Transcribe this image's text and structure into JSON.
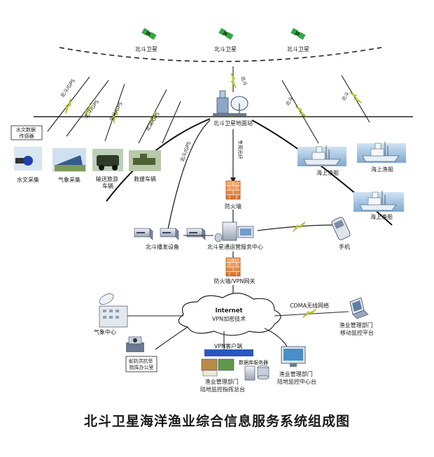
{
  "diagram": {
    "caption": "北斗卫星海洋渔业综合信息服务系统组成图",
    "satellites": [
      "北斗卫星",
      "北斗卫星",
      "北斗卫星"
    ],
    "link_labels": {
      "beidou_down": "北斗",
      "gps_1": "北斗/GPS",
      "gps_2": "北斗/GPS",
      "gps_3": "北斗/GPS",
      "gps_4": "北斗/GPS",
      "gps_5": "北斗/GPS",
      "ship_link_1": "北斗",
      "ship_link_2": "北斗",
      "dedicated_line": "专用光纤"
    },
    "nodes": {
      "ground_station": "北斗卫星地面站",
      "hydro_sensor": "水文数据\n传感器",
      "hydro_collect": "水文采集",
      "weather_collect": "气象采集",
      "transport_vehicle": "输送旅游\n车辆",
      "rescue_vehicle": "救援车辆",
      "fishing_boat_1": "海上渔船",
      "fishing_boat_2": "海上渔船",
      "fishing_boat_3": "海上渔船",
      "firewall_1": "防火墙",
      "broadcast_device": "北斗播发设备",
      "ops_center": "北斗星通运营服务中心",
      "mobile_phone": "手机",
      "firewall_vpn": "防火墙/VPN网关",
      "internet_l1": "Internet",
      "internet_l2": "VPN加密技术",
      "cdma": "CDMA无线网络",
      "mobile_platform": "渔业管理部门\n移动监控平台",
      "weather_center": "气象中心",
      "rescue_center": "省防洪抗旱\n指挥办公室",
      "vpn_client": "VPN客户端",
      "data_server": "数据库服务器",
      "command_center": "渔业管理部门\n陆地监控指挥总台",
      "sub_center": "渔业管理部门\n陆地监控中心台"
    }
  }
}
